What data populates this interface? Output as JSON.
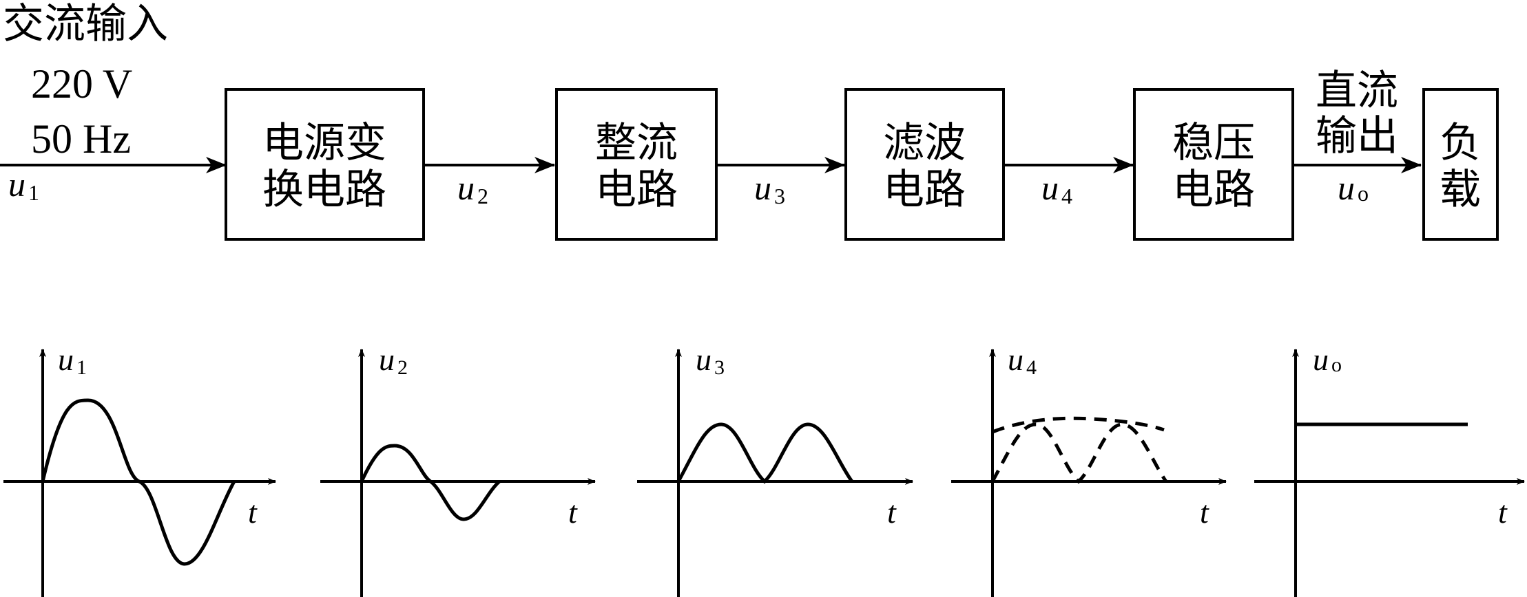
{
  "input_label": "交流输入",
  "input_voltage": "220 V",
  "input_frequency": "50 Hz",
  "output_label_line1": "直流",
  "output_label_line2": "输出",
  "blocks": [
    {
      "line1": "电源变",
      "line2": "换电路"
    },
    {
      "line1": "整流",
      "line2": "电路"
    },
    {
      "line1": "滤波",
      "line2": "电路"
    },
    {
      "line1": "稳压",
      "line2": "电路"
    },
    {
      "line1": "负",
      "line2": "载"
    }
  ],
  "signals": [
    {
      "var": "u",
      "sub": "1"
    },
    {
      "var": "u",
      "sub": "2"
    },
    {
      "var": "u",
      "sub": "3"
    },
    {
      "var": "u",
      "sub": "4"
    },
    {
      "var": "u",
      "sub": "o"
    }
  ],
  "plots": [
    {
      "var": "u",
      "sub": "1",
      "t_label": "t",
      "waveform": "sine-large"
    },
    {
      "var": "u",
      "sub": "2",
      "t_label": "t",
      "waveform": "sine-small"
    },
    {
      "var": "u",
      "sub": "3",
      "t_label": "t",
      "waveform": "full-wave-rectified"
    },
    {
      "var": "u",
      "sub": "4",
      "t_label": "t",
      "waveform": "filtered-ripple"
    },
    {
      "var": "u",
      "sub": "o",
      "t_label": "t",
      "waveform": "constant-dc"
    }
  ]
}
